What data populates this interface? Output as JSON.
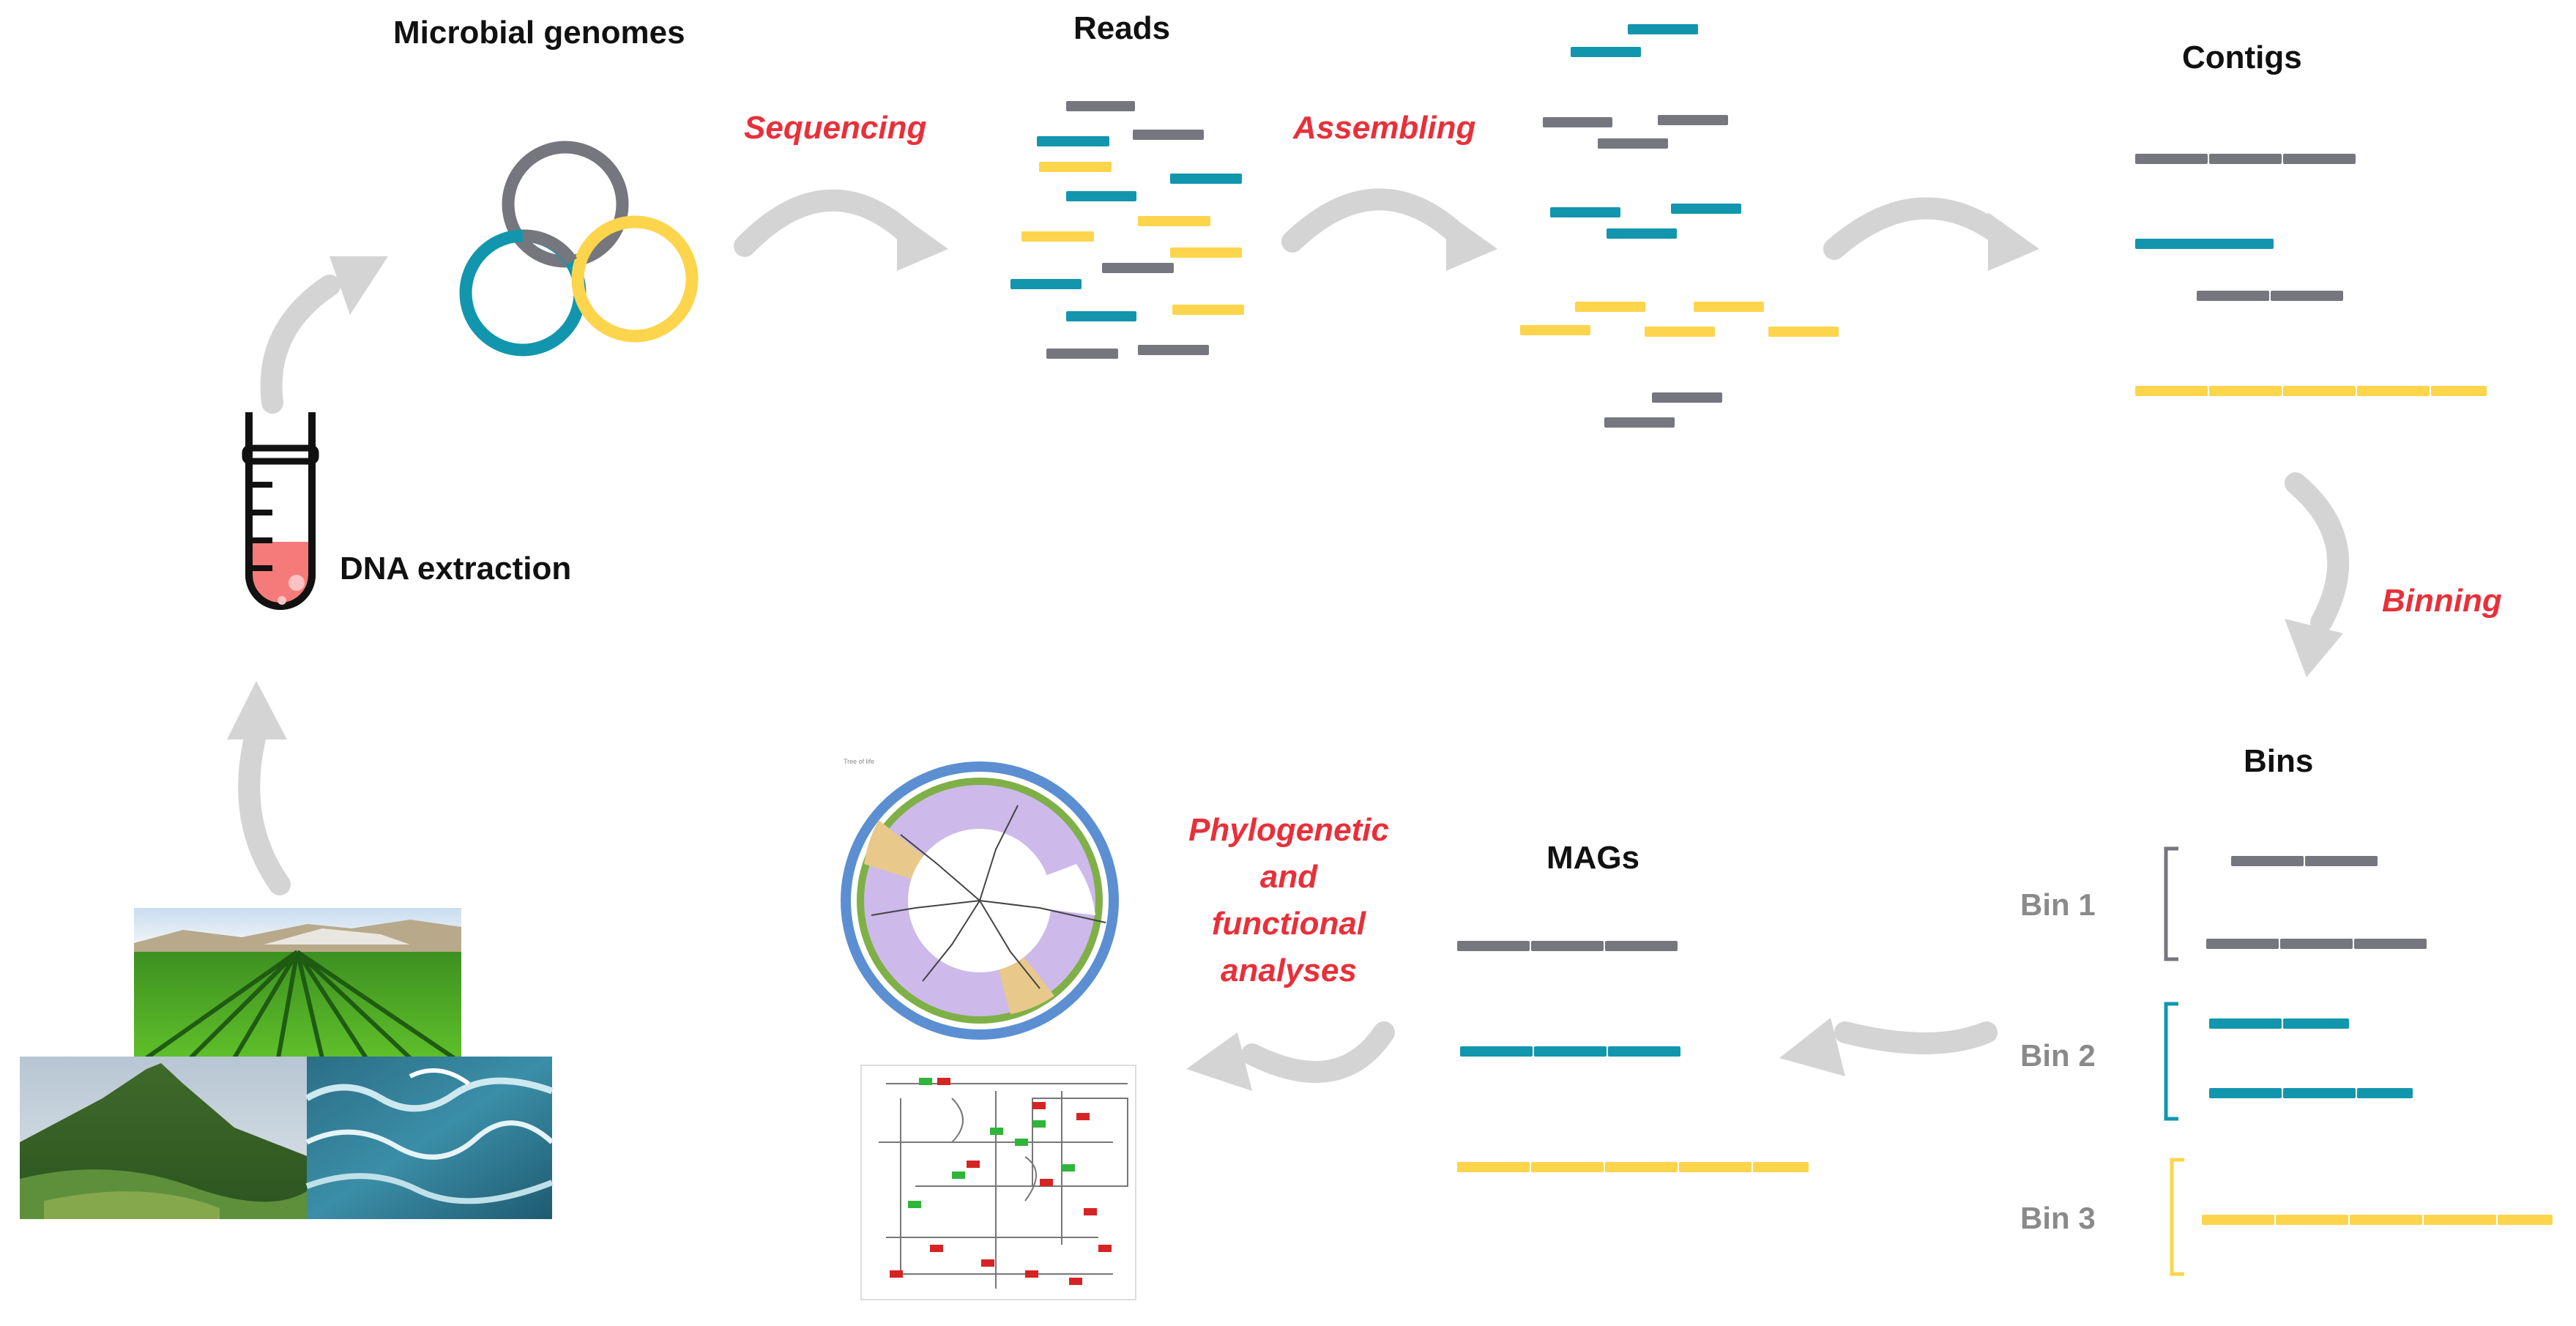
{
  "labels": {
    "microbial_genomes": "Microbial genomes",
    "reads": "Reads",
    "contigs": "Contigs",
    "dna_extraction": "DNA extraction",
    "bins": "Bins",
    "mags": "MAGs"
  },
  "steps": {
    "sequencing": "Sequencing",
    "assembling": "Assembling",
    "binning": "Binning",
    "analyses": [
      "Phylogenetic",
      "and",
      "functional",
      "analyses"
    ]
  },
  "bins": [
    "Bin 1",
    "Bin 2",
    "Bin 3"
  ],
  "colors": {
    "gray": "#76767e",
    "teal": "#1296ae",
    "yellow": "#fcd54d",
    "accent_red": "#e8303a",
    "arrow": "#d4d4d4",
    "bin_label": "#8a8a8a",
    "liquid": "#f47b79"
  },
  "icons": {
    "test_tube": "test-tube-icon",
    "genome_rings": "three-interlocking-rings-icon",
    "environment_photos": [
      "field-photo",
      "mountain-photo",
      "ocean-photo"
    ],
    "figures": [
      "phylogenetic-tree-figure",
      "metabolic-pathway-map-figure"
    ]
  }
}
